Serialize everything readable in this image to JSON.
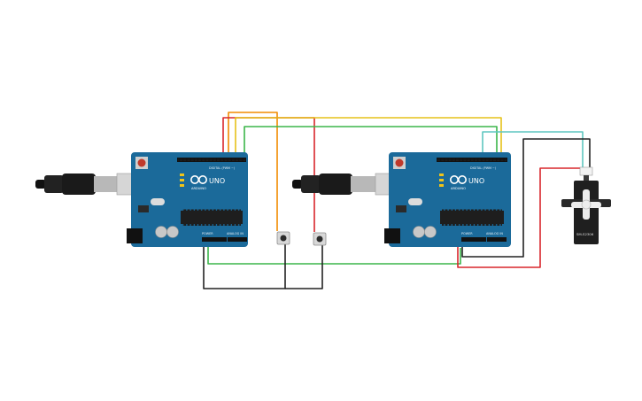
{
  "boards": [
    {
      "id": "arduino-left",
      "brand": "ARDUINO",
      "model": "UNO",
      "header_digital": "DIGITAL (PWM ~)",
      "header_power": "POWER",
      "header_analog": "ANALOG IN"
    },
    {
      "id": "arduino-right",
      "brand": "ARDUINO",
      "model": "UNO",
      "header_digital": "DIGITAL (PWM ~)",
      "header_power": "POWER",
      "header_analog": "ANALOG IN"
    }
  ],
  "servo": {
    "label": "SM-S2306"
  },
  "colors": {
    "board": "#1b6a9a",
    "wire_red": "#d8262c",
    "wire_orange": "#f28b00",
    "wire_yellow": "#e6c21a",
    "wire_green": "#3bb54a",
    "wire_black": "#222222",
    "wire_teal": "#5fc6c0"
  }
}
